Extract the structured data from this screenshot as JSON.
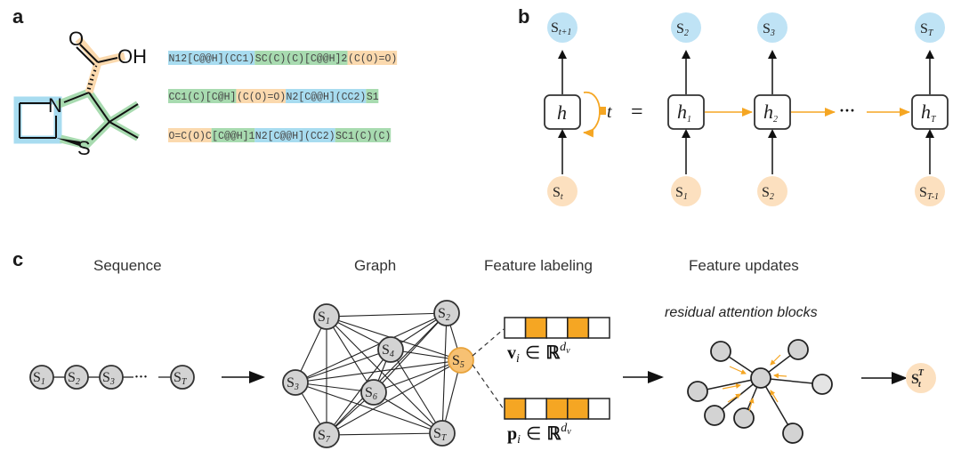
{
  "panels": {
    "a": {
      "label": "a",
      "molecule": {
        "atoms": {
          "oxygen": "O",
          "hydroxyl": "OH",
          "nitrogen": "N",
          "sulfur": "S"
        }
      },
      "smiles_rows": [
        [
          {
            "text": "N12[C@@H](CC1)",
            "group": "blue"
          },
          {
            "text": "SC(C)(C)[C@@H]2",
            "group": "green"
          },
          {
            "text": "(C(O)=O)",
            "group": "orange"
          }
        ],
        [
          {
            "text": "CC1(C)[C@H]",
            "group": "green"
          },
          {
            "text": "(C(O)=O)",
            "group": "orange"
          },
          {
            "text": "N2[C@@H](CC2)",
            "group": "blue"
          },
          {
            "text": "S1",
            "group": "green"
          }
        ],
        [
          {
            "text": "O=C(O)C",
            "group": "orange"
          },
          {
            "text": "[C@@H]1",
            "group": "green"
          },
          {
            "text": "N2[C@@H](CC2)",
            "group": "blue"
          },
          {
            "text": "SC1(C)(C)",
            "group": "green"
          }
        ]
      ]
    },
    "b": {
      "label": "b",
      "rolled": {
        "output": "S",
        "output_sub": "t+1",
        "hidden": "h",
        "input": "S",
        "input_sub": "t",
        "loop_label": "t"
      },
      "equals": "=",
      "unrolled": [
        {
          "output": "S",
          "output_sub": "2",
          "hidden": "h",
          "hidden_sub": "1",
          "input": "S",
          "input_sub": "1"
        },
        {
          "output": "S",
          "output_sub": "3",
          "hidden": "h",
          "hidden_sub": "2",
          "input": "S",
          "input_sub": "2"
        },
        {
          "output": "S",
          "output_sub": "T",
          "hidden": "h",
          "hidden_sub": "T",
          "input": "S",
          "input_sub": "T-1"
        }
      ],
      "ellipsis": "···"
    },
    "c": {
      "label": "c",
      "titles": {
        "sequence": "Sequence",
        "graph": "Graph",
        "feature_labeling": "Feature labeling",
        "feature_updates": "Feature updates",
        "attention": "residual attention blocks"
      },
      "sequence_nodes": [
        {
          "label": "S",
          "sub": "1"
        },
        {
          "label": "S",
          "sub": "2"
        },
        {
          "label": "S",
          "sub": "3"
        },
        {
          "label": "S",
          "sub": "T"
        }
      ],
      "sequence_ellipsis": "···",
      "graph_nodes": [
        {
          "id": "S1",
          "label": "S",
          "sub": "1",
          "highlight": false
        },
        {
          "id": "S2",
          "label": "S",
          "sub": "2",
          "highlight": false
        },
        {
          "id": "S3",
          "label": "S",
          "sub": "3",
          "highlight": false
        },
        {
          "id": "S4",
          "label": "S",
          "sub": "4",
          "highlight": false
        },
        {
          "id": "S5",
          "label": "S",
          "sub": "5",
          "highlight": true
        },
        {
          "id": "S6",
          "label": "S",
          "sub": "6",
          "highlight": false
        },
        {
          "id": "S7",
          "label": "S",
          "sub": "7",
          "highlight": false
        },
        {
          "id": "ST",
          "label": "S",
          "sub": "T",
          "highlight": false
        }
      ],
      "feature_vectors": [
        {
          "name": "v",
          "sub": "i",
          "in": "∈",
          "space": "ℝ",
          "sup": "d",
          "supsub": "v",
          "cells": [
            0,
            1,
            0,
            1,
            0
          ]
        },
        {
          "name": "p",
          "sub": "i",
          "in": "∈",
          "space": "ℝ",
          "sup": "d",
          "supsub": "v",
          "cells": [
            1,
            0,
            1,
            1,
            0
          ]
        }
      ],
      "output_node": {
        "label": "S",
        "sub": "t",
        "sup": "T"
      }
    }
  },
  "colors": {
    "blue": "#a8dcf0",
    "green": "#a8dbb0",
    "orange": "#fbd9ae",
    "accent": "#f5a623",
    "node_gray": "#d3d3d3",
    "node_blue": "#bfe3f5",
    "node_peach": "#fce0bf"
  }
}
